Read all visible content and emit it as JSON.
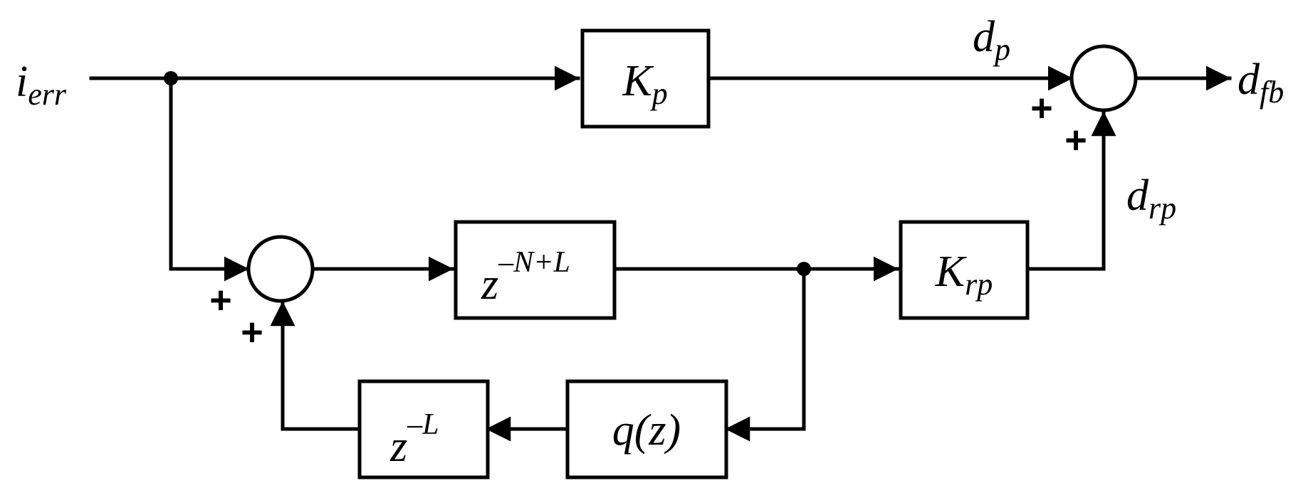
{
  "diagram": {
    "input": {
      "base": "i",
      "sub": "err"
    },
    "output": {
      "base": "d",
      "sub": "fb"
    },
    "signal_dp": {
      "base": "d",
      "sub": "p"
    },
    "signal_drp": {
      "base": "d",
      "sub": "rp"
    },
    "blocks": {
      "kp": {
        "base": "K",
        "sub": "p"
      },
      "delay_nl": {
        "base": "z",
        "sup": "–N+L"
      },
      "krp": {
        "base": "K",
        "sub": "rp"
      },
      "qz": {
        "text": "q(z)"
      },
      "delay_l": {
        "base": "z",
        "sup": "–L"
      }
    },
    "signs": {
      "sum_out_left": "+",
      "sum_out_bottom": "+",
      "sum_in_left": "+",
      "sum_in_bottom": "+"
    }
  }
}
